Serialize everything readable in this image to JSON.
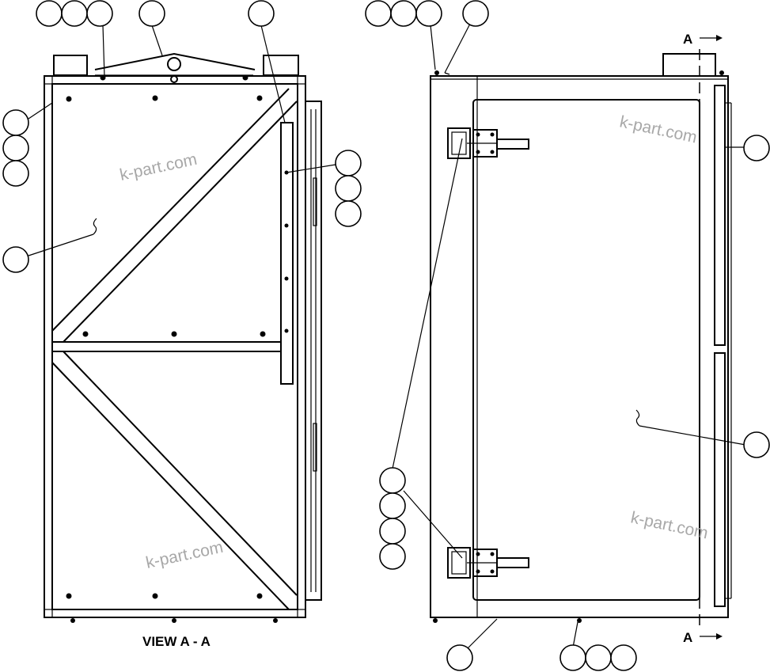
{
  "view_label": "VIEW A - A",
  "section_mark": "A",
  "watermark": "k-part.com",
  "colors": {
    "line": "#000000",
    "background": "#ffffff",
    "watermark": "#a8a8a8"
  }
}
